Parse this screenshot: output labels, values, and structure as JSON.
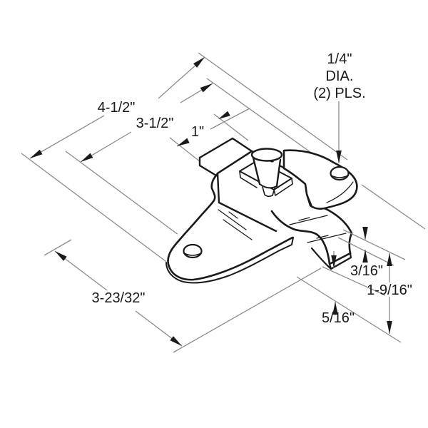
{
  "drawing": {
    "type": "isometric technical drawing of cabinet latch with spring clip",
    "dims": {
      "overall_width": "4-1/2\"",
      "inner_width": "3-1/2\"",
      "tab_width": "1\"",
      "hole_callout": {
        "line1": "1/4\"",
        "line2": "DIA.",
        "line3": "(2) PLS."
      },
      "depth": "3-23/32\"",
      "clip_thickness": "3/16\"",
      "overall_height": "1-9/16\"",
      "clip_gap": "5/16\""
    },
    "colors": {
      "outline": "#1a1a1a",
      "dimension_lines": "#8c8c8c",
      "background": "#ffffff"
    }
  }
}
